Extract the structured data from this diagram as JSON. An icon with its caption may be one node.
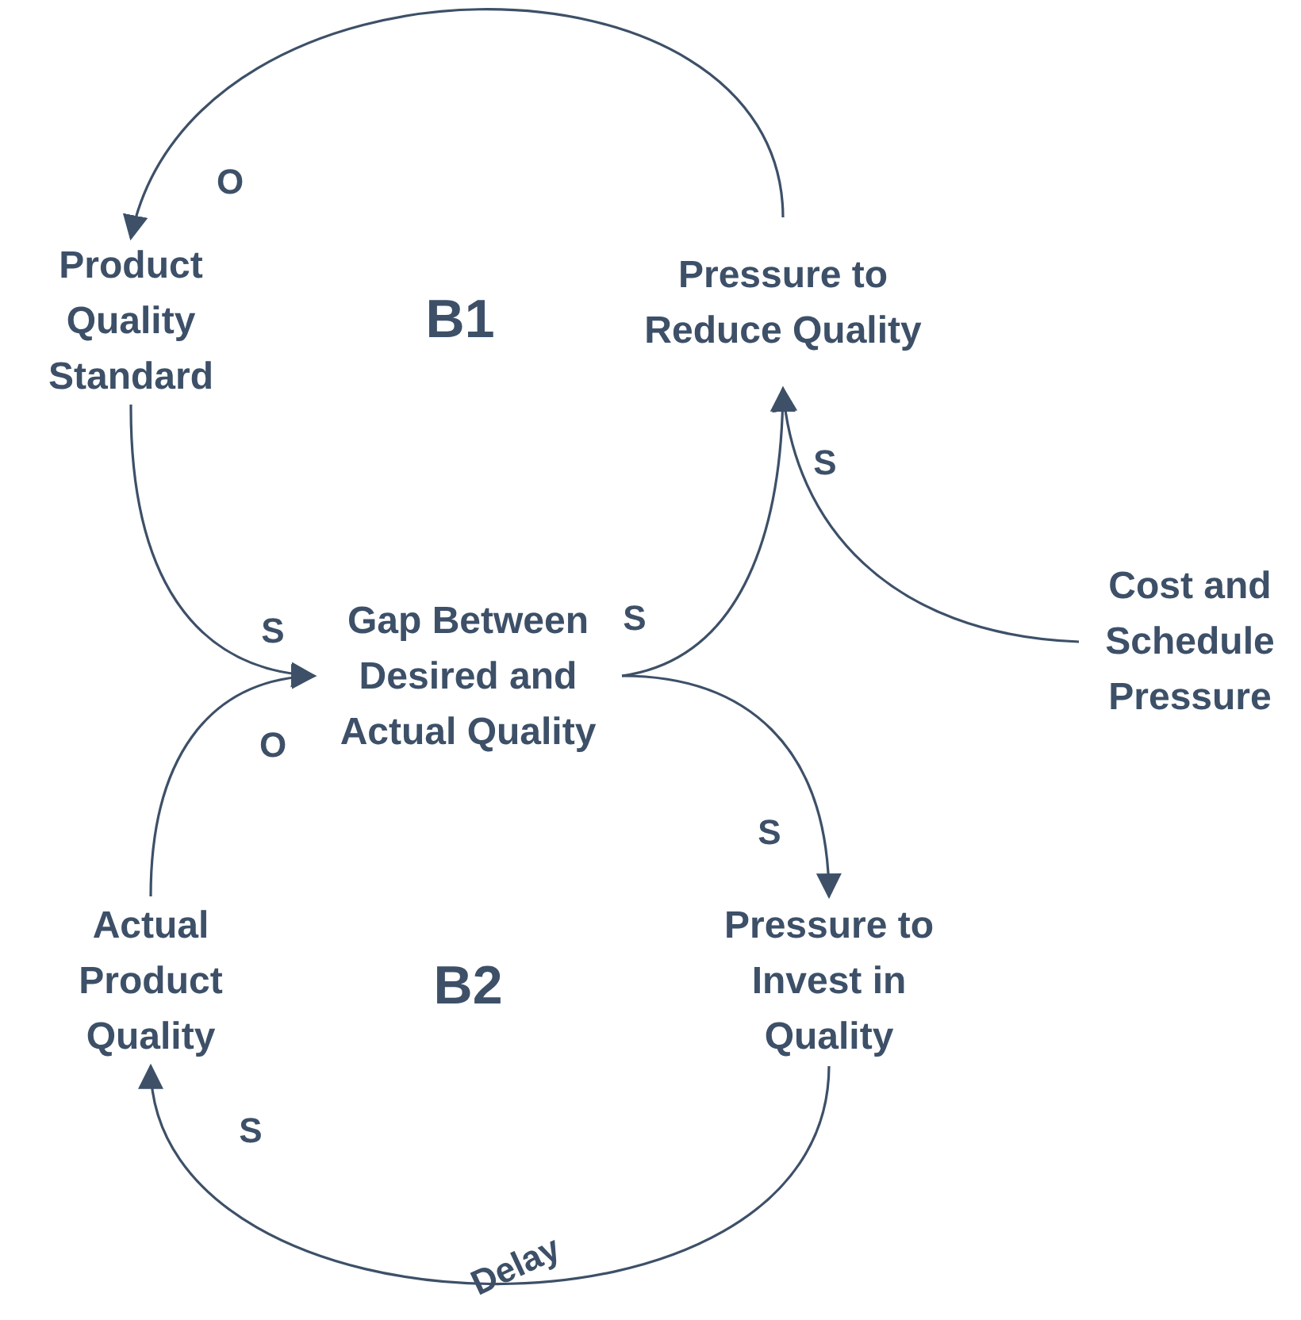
{
  "diagram": {
    "nodes": [
      {
        "text": [
          "Product Quality Standard"
        ]
      },
      {
        "text": [
          "Pressure to Reduce Quality"
        ]
      },
      {
        "text": [
          "Gap Between Desired and Actual Quality"
        ]
      },
      {
        "text": [
          "Cost and Schedule Pressure"
        ]
      },
      {
        "text": [
          "Actual Product Quality"
        ]
      },
      {
        "text": [
          "Pressure to Invest in Quality"
        ]
      }
    ],
    "edges": [
      {
        "from": 1,
        "to": 0,
        "arrow": "to",
        "label": "O"
      },
      {
        "from": 0,
        "to": 2,
        "arrow": "to",
        "label": "S"
      },
      {
        "from": 4,
        "to": 2,
        "arrow": "to",
        "label": "O"
      },
      {
        "from": 2,
        "to": 1,
        "arrow": "to",
        "label": "S"
      },
      {
        "from": 3,
        "to": 1,
        "arrow": "to",
        "label": "S"
      },
      {
        "from": 2,
        "to": 5,
        "arrow": "to",
        "label": "S"
      },
      {
        "from": 5,
        "to": 4,
        "arrow": "to",
        "label": "S"
      }
    ],
    "labels": [
      "B1",
      "B2",
      "Delay"
    ]
  }
}
